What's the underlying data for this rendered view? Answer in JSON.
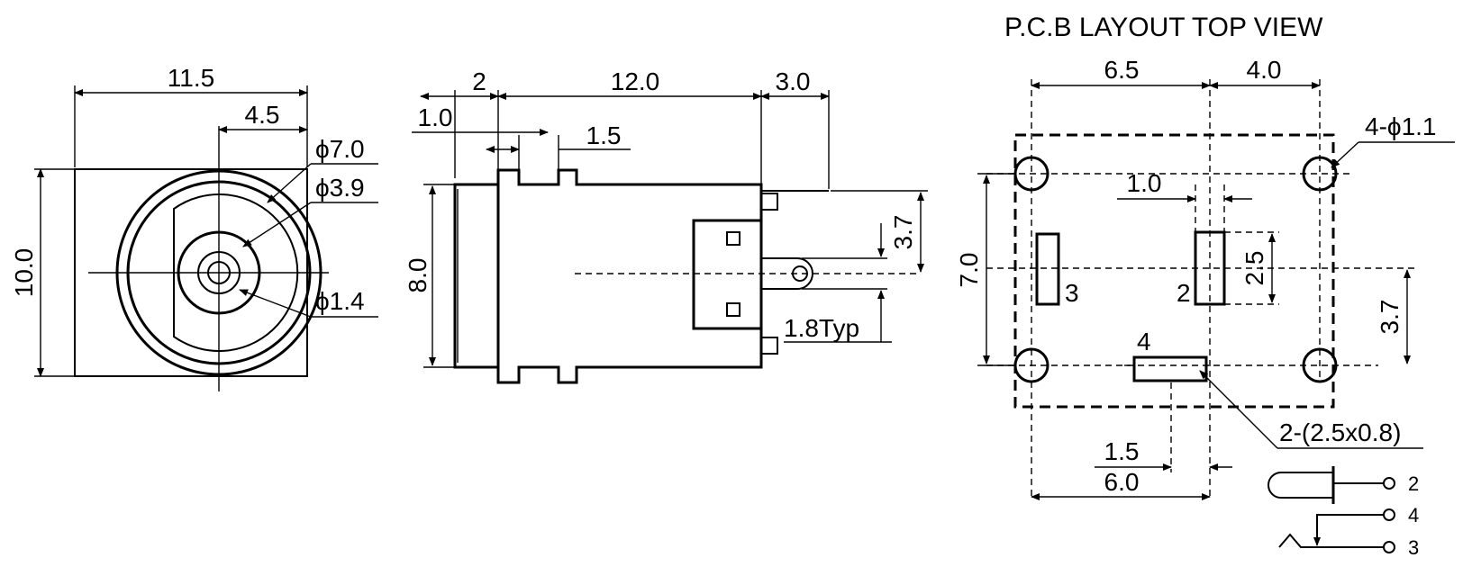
{
  "title": "P.C.B LAYOUT  TOP VIEW",
  "front_view": {
    "width": "11.5",
    "offset": "4.5",
    "height": "10.0",
    "dia_outer": "ϕ7.0",
    "dia_mid": "ϕ3.9",
    "dia_pin": "ϕ1.4"
  },
  "side_view": {
    "dim_2": "2",
    "dim_12": "12.0",
    "dim_3": "3.0",
    "dim_1_0": "1.0",
    "dim_1_5": "1.5",
    "height": "8.0",
    "dim_3_7": "3.7",
    "dim_typ": "1.8Typ"
  },
  "pcb": {
    "dim_6_5": "6.5",
    "dim_4_0": "4.0",
    "holes": "4-ϕ1.1",
    "dim_1_0": "1.0",
    "height": "7.0",
    "dim_2_5": "2.5",
    "dim_3_7": "3.7",
    "pad_3": "3",
    "pad_2": "2",
    "pad_4": "4",
    "pads": "2-(2.5x0.8)",
    "dim_1_5": "1.5",
    "dim_6_0": "6.0"
  },
  "schematic": {
    "pin_2": "2",
    "pin_4": "4",
    "pin_3": "3"
  }
}
